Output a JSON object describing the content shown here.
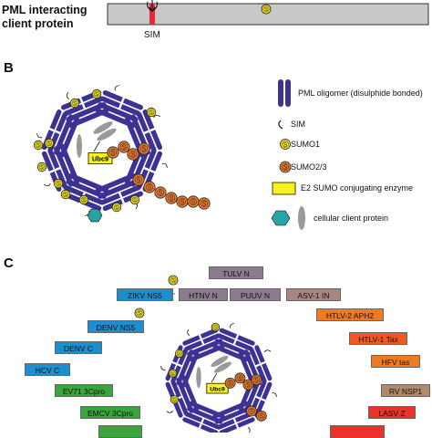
{
  "panel_b_letter": "B",
  "panel_c_letter": "C",
  "client_protein_title": [
    "PML interacting",
    "client protein"
  ],
  "sim_label": "SIM",
  "sumo_glyph": "S",
  "ubc9_label": "Ubc9",
  "legend": {
    "pml_oligomer": "PML oligomer (disulphide bonded)",
    "sim": "SIM",
    "sumo1": "SUMO1",
    "sumo23": "SUMO2/3",
    "e2": "E2 SUMO conjugating enzyme",
    "client": "cellular client protein"
  },
  "viral_proteins": [
    {
      "text": "TULV N",
      "color": "#8c7b8e"
    },
    {
      "text": "ZIKV NS5",
      "color": "#1c8fd0"
    },
    {
      "text": "HTNV N",
      "color": "#8c7b8e"
    },
    {
      "text": "PUUV N",
      "color": "#8c7b8e"
    },
    {
      "text": "ASV-1 IN",
      "color": "#a8857e"
    },
    {
      "text": "HTLV-2 APH2",
      "color": "#f07a20"
    },
    {
      "text": "DENV NS5",
      "color": "#1c8fd0"
    },
    {
      "text": "HTLV-1 Tax",
      "color": "#f05a1e"
    },
    {
      "text": "DENV C",
      "color": "#1c8fd0"
    },
    {
      "text": "HFV tas",
      "color": "#f07a20"
    },
    {
      "text": "HCV C",
      "color": "#1c8fd0"
    },
    {
      "text": "EV71 3Cpro",
      "color": "#3aa53a"
    },
    {
      "text": "RV NSP1",
      "color": "#b0896a"
    },
    {
      "text": "EMCV 3Cpro",
      "color": "#3aa53a"
    },
    {
      "text": "LASV Z",
      "color": "#e8322a"
    }
  ],
  "colors": {
    "pml": "#3b3293",
    "sumo1": "#f1e520",
    "sumo23": "#e8782a",
    "ubc9": "#f7f21c",
    "client": "#2aa3a3",
    "sim_mark": "#e52a3a"
  }
}
